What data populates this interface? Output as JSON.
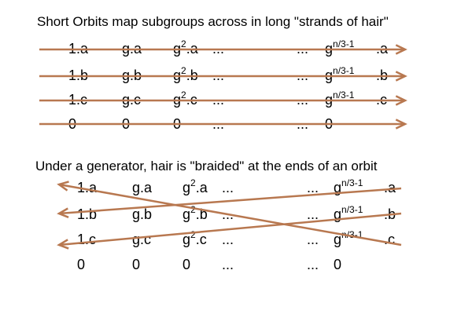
{
  "title1": "Short Orbits map subgroups across in long \"strands of hair\"",
  "title2": "Under a generator, hair is \"braided\" at the ends of an orbit",
  "rows": [
    {
      "c1": "1.a",
      "c2": "g.a",
      "c3": "g",
      "c3s": "2",
      "c3t": ".a",
      "c4": "...",
      "c5": "...",
      "c6": "g",
      "c6s": "n/3-1",
      "c7": ".a"
    },
    {
      "c1": "1.b",
      "c2": "g.b",
      "c3": "g",
      "c3s": "2",
      "c3t": ".b",
      "c4": "...",
      "c5": "...",
      "c6": "g",
      "c6s": "n/3-1",
      "c7": ".b"
    },
    {
      "c1": "1.c",
      "c2": "g.c",
      "c3": "g",
      "c3s": "2",
      "c3t": ".c",
      "c4": "...",
      "c5": "...",
      "c6": "g",
      "c6s": "n/3-1",
      "c7": ".c"
    },
    {
      "c1": "0",
      "c2": "0",
      "c3": "0",
      "c3s": "",
      "c3t": "",
      "c4": "...",
      "c5": "...",
      "c6": "0",
      "c6s": "",
      "c7": ""
    }
  ],
  "colors": {
    "arrow": "#b87850"
  }
}
